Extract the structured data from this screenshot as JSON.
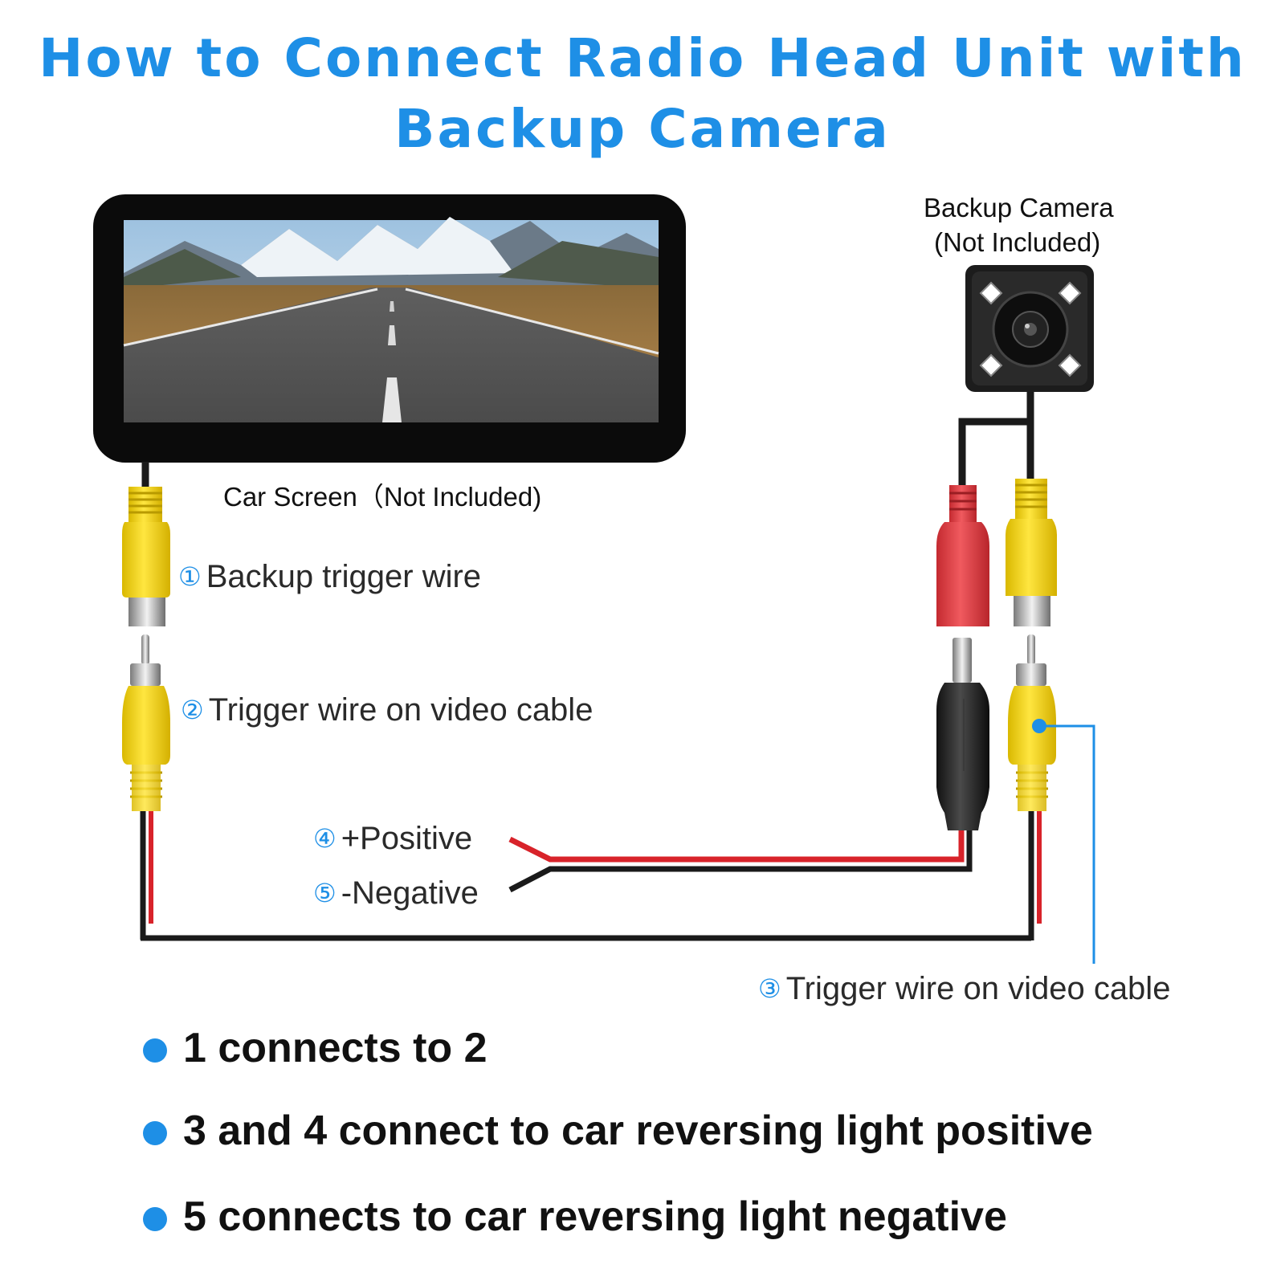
{
  "title": {
    "line1": "How to Connect Radio Head Unit with",
    "line2": "Backup Camera"
  },
  "captions": {
    "camera_name": "Backup Camera",
    "camera_note": "(Not Included)",
    "screen": "Car Screen（Not Included)"
  },
  "labels": [
    {
      "num": "①",
      "text": "Backup trigger wire"
    },
    {
      "num": "②",
      "text": "Trigger wire on video cable"
    },
    {
      "num": "③",
      "text": "Trigger wire on video cable"
    },
    {
      "num": "④",
      "text": "+Positive"
    },
    {
      "num": "⑤",
      "text": "-Negative"
    }
  ],
  "bullets": [
    "1 connects to 2",
    "3 and 4 connect to car reversing light positive",
    "5 connects to car reversing light negative"
  ],
  "colors": {
    "accent": "#1e8fe6",
    "rca_yellow": "#f4d400",
    "dc_red": "#e0353b",
    "cable_black": "#1a1a1a",
    "wire_red": "#d8232a"
  }
}
